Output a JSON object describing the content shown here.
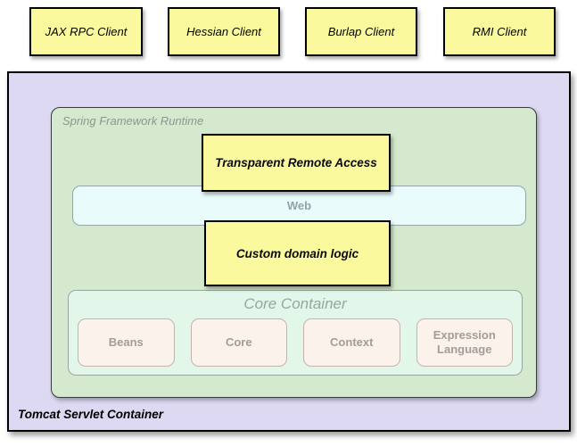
{
  "diagram": {
    "clients": [
      {
        "label": "JAX RPC Client"
      },
      {
        "label": "Hessian Client"
      },
      {
        "label": "Burlap Client"
      },
      {
        "label": "RMI Client"
      }
    ],
    "tomcat": {
      "label": "Tomcat Servlet Container"
    },
    "spring_runtime": {
      "label": "Spring Framework Runtime"
    },
    "remote_access": {
      "label": "Transparent Remote Access"
    },
    "web": {
      "label": "Web"
    },
    "domain_logic": {
      "label": "Custom domain logic"
    },
    "core_container": {
      "label": "Core Container",
      "modules": [
        {
          "label": "Beans"
        },
        {
          "label": "Core"
        },
        {
          "label": "Context"
        },
        {
          "label": "Expression Language"
        }
      ]
    },
    "colors": {
      "client_box": "#faf99e",
      "tomcat_bg": "#ddd9f3",
      "spring_bg": "#d4e9ce",
      "web_bg": "#eafbfc",
      "core_bg": "#e2f6e9",
      "module_bg": "#fbf2ec",
      "muted_text": "#98a09e",
      "black_border": "#000000"
    }
  }
}
